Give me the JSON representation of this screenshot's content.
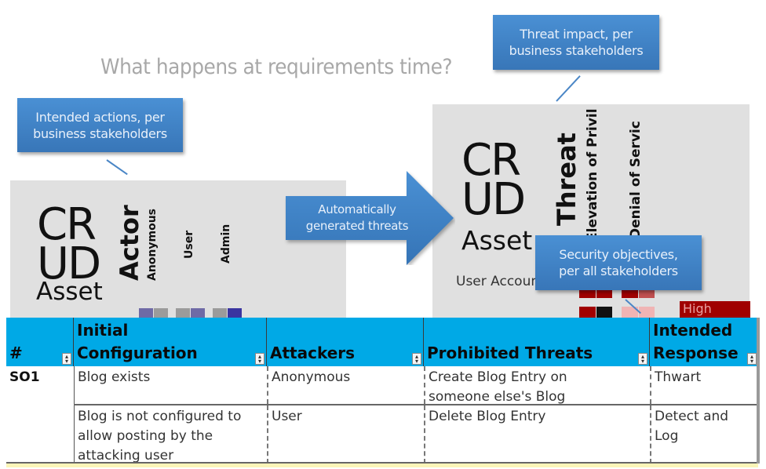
{
  "slide": {
    "title": "What happens at requirements time?"
  },
  "callouts": {
    "intended_actions": [
      "Intended actions, per",
      "business stakeholders"
    ],
    "threat_impact": [
      "Threat impact, per",
      "business stakeholders"
    ],
    "security_objectives": [
      "Security objectives,",
      "per all stakeholders"
    ],
    "auto_threats": [
      "Automatically",
      "generated threats"
    ]
  },
  "left_panel": {
    "crud_line1": "CR",
    "crud_line2": "UD",
    "asset_label": "Asset",
    "actor_label": "Actor",
    "actors": [
      "Anonymous",
      "User",
      "Admin"
    ],
    "colors": {
      "purple": "#6f6aa6",
      "gray": "#9b9b9b",
      "blue": "#3a34a0"
    }
  },
  "right_panel": {
    "crud_line1": "CR",
    "crud_line2": "UD",
    "asset_label": "Asset",
    "threat_label": "Threat",
    "threats": [
      "Elevation of Privilege",
      "Denial of Service"
    ],
    "row_label": "User Account",
    "impact_label": "High",
    "colors": {
      "dark_red": "#a00000",
      "mid_red": "#c05050",
      "black": "#111111",
      "pink": "#f0b4b4"
    }
  },
  "table": {
    "header_color": "#00a9e6",
    "columns": [
      {
        "label_line1": "",
        "label_line2": "#"
      },
      {
        "label_line1": "Initial",
        "label_line2": "Configuration"
      },
      {
        "label_line1": "",
        "label_line2": "Attackers"
      },
      {
        "label_line1": "",
        "label_line2": "Prohibited Threats"
      },
      {
        "label_line1": "Intended",
        "label_line2": "Response"
      }
    ],
    "id": "SO1",
    "rows": [
      {
        "configuration": "Blog exists",
        "attackers": "Anonymous",
        "threat": "Create Blog Entry on someone else's Blog",
        "response": "Thwart"
      },
      {
        "configuration": "Blog is not configured to allow posting by the attacking user",
        "attackers": "User",
        "threat": "Delete Blog Entry",
        "response": "Detect and Log"
      }
    ]
  }
}
